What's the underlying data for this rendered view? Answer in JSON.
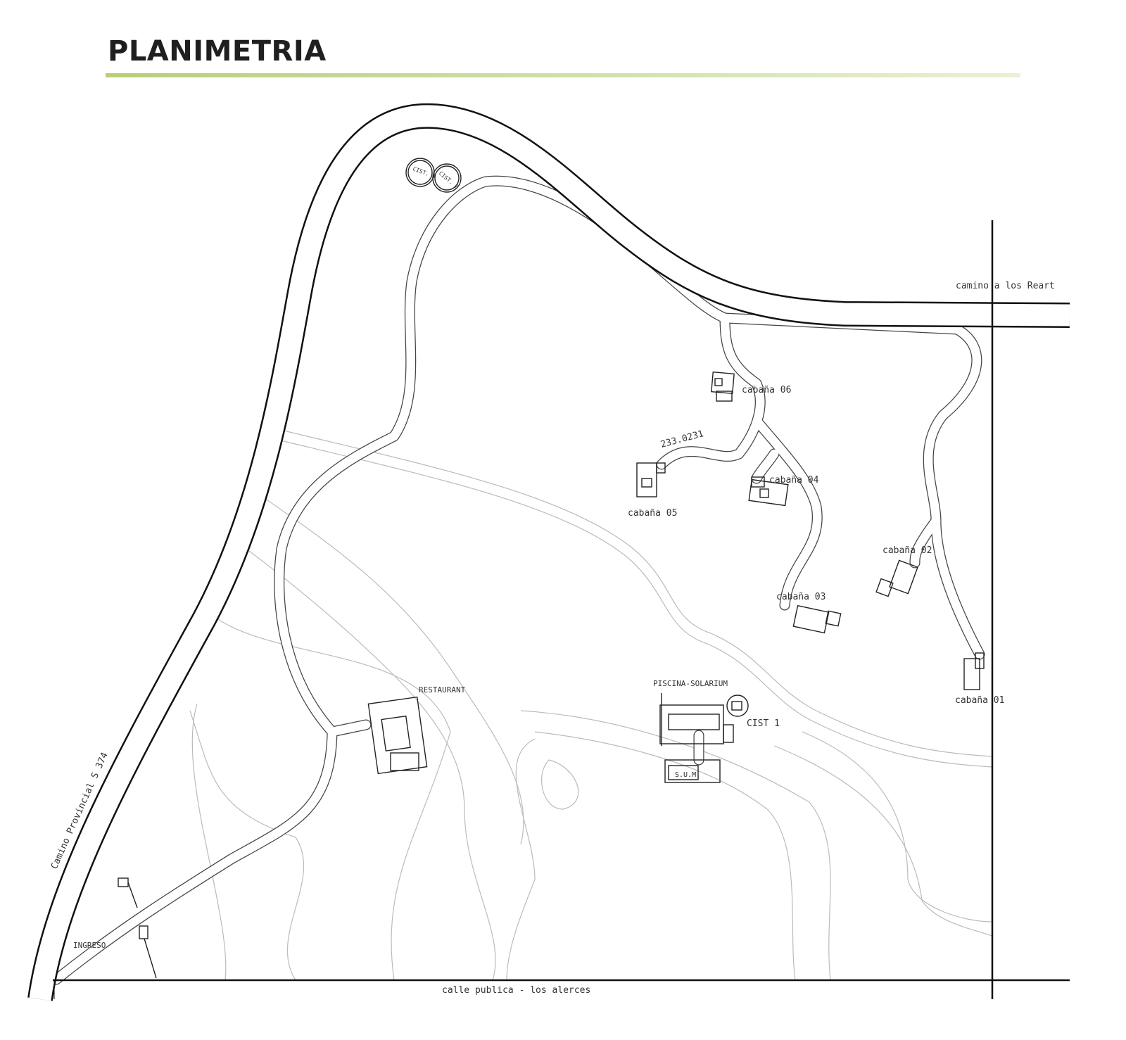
{
  "title": "PLANIMETRIA",
  "colors": {
    "accent_rule": "#b6cf78",
    "road": "#111111",
    "contour": "#bbbbbb"
  },
  "labels": {
    "cist3": "CIST. 3",
    "cist2": "CIST. 2",
    "cist1": "CIST 1",
    "camino_reart": "camino a los Reart",
    "cabana06": "cabaña 06",
    "cabana05": "cabaña 05",
    "cabana04": "cabaña 04",
    "cabana03": "cabaña 03",
    "cabana02": "cabaña 02",
    "cabana01": "cabaña 01",
    "elevation": "233.0231",
    "piscina": "PISCINA-SOLARIUM",
    "sum": "S.U.M.",
    "restaurant": "RESTAURANT",
    "camino_provincial": "Camino Provincial S 374",
    "ingreso": "INGRESO",
    "calle_publica": "calle publica - los alerces"
  }
}
